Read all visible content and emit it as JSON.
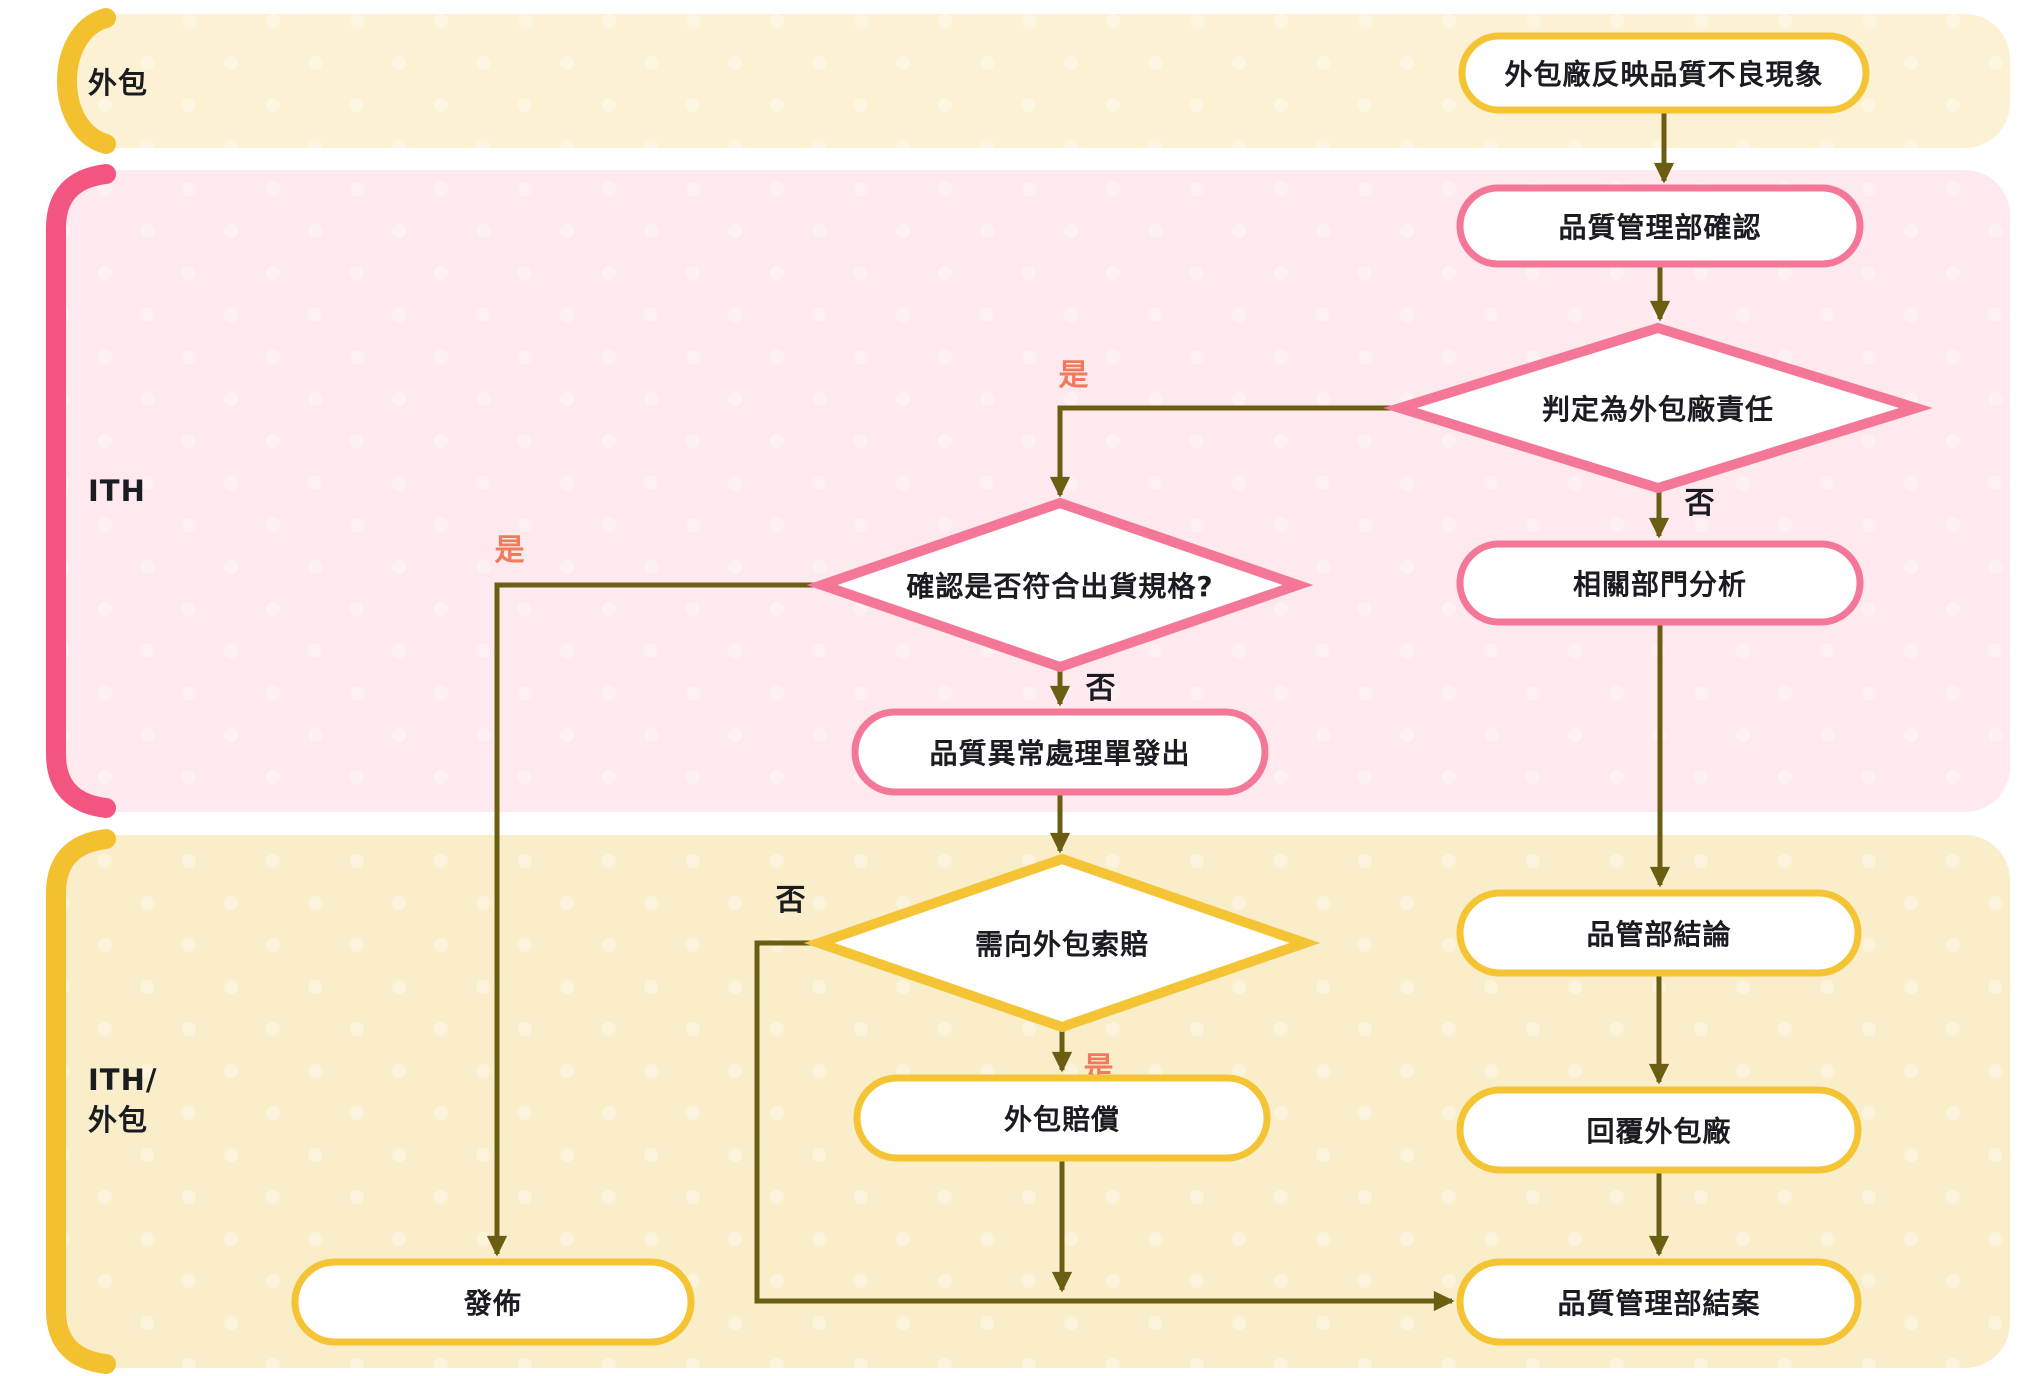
{
  "lanes": [
    {
      "label": "外包"
    },
    {
      "label": "ITH"
    },
    {
      "line1": "ITH/",
      "line2": "外包"
    }
  ],
  "nodes": {
    "outsourcer_report": "外包廠反映品質不良現象",
    "qa_confirm": "品質管理部確認",
    "judge_responsibility": "判定為外包廠責任",
    "related_dept_analysis": "相關部門分析",
    "check_spec": "確認是否符合出貨規格?",
    "issue_abnormal_form": "品質異常處理單發出",
    "claim_decision": "需向外包索賠",
    "outsourcer_compensation": "外包賠償",
    "qc_conclusion": "品管部結論",
    "reply_outsourcer": "回覆外包廠",
    "qa_close": "品質管理部結案",
    "release": "發佈"
  },
  "branch_labels": {
    "yes": "是",
    "no": "否"
  },
  "colors": {
    "lane_yellow_bg": "#FCF1D3",
    "lane_bottom_bg": "#FAEDC9",
    "lane_pink_bg": "#FDE9EE",
    "bracket_yellow": "#F3C030",
    "bracket_pink": "#F2557F",
    "shape_yellow_border": "#F5C435",
    "shape_pink_border": "#F47798",
    "shape_fill": "#FFFFFF",
    "connector": "#6B5D11",
    "yes_label": "#F07B5C",
    "text": "#1B1B22"
  }
}
